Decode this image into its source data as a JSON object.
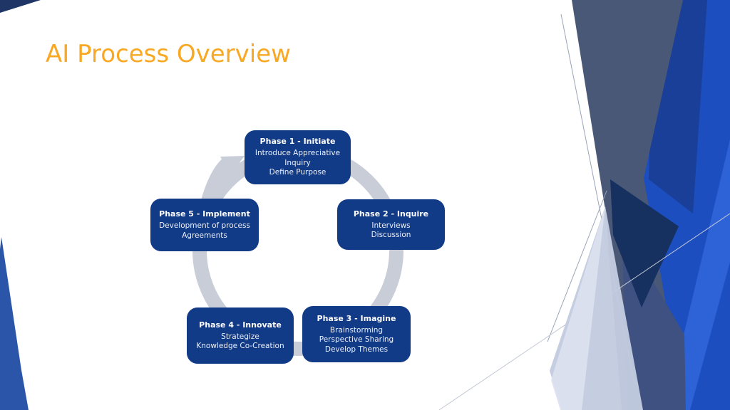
{
  "slide": {
    "title": "AI Process Overview"
  },
  "diagram": {
    "type": "cycle",
    "direction": "clockwise",
    "phases": [
      {
        "id": "phase-1",
        "title": "Phase 1 - Initiate",
        "items": [
          "Introduce Appreciative Inquiry",
          "Define Purpose"
        ]
      },
      {
        "id": "phase-2",
        "title": "Phase 2 - Inquire",
        "items": [
          "Interviews",
          "Discussion"
        ]
      },
      {
        "id": "phase-3",
        "title": "Phase 3 - Imagine",
        "items": [
          "Brainstorming",
          "Perspective Sharing",
          "Develop Themes"
        ]
      },
      {
        "id": "phase-4",
        "title": "Phase 4 - Innovate",
        "items": [
          "Strategize",
          "Knowledge Co-Creation"
        ]
      },
      {
        "id": "phase-5",
        "title": "Phase 5 - Implement",
        "items": [
          "Development of process",
          "Agreements"
        ]
      }
    ]
  },
  "colors": {
    "accent": "#F8A823",
    "box": "#113A87",
    "boxtext": "#EDF1F8",
    "ring": "#C8CDD8",
    "brightblue": "#1C4EC0",
    "midnavy": "#1A3F99",
    "slate": "#4A5878",
    "darknavy": "#16305F",
    "lightwedge": "#C3CCE0",
    "leftwedge": "#2B55A8"
  }
}
